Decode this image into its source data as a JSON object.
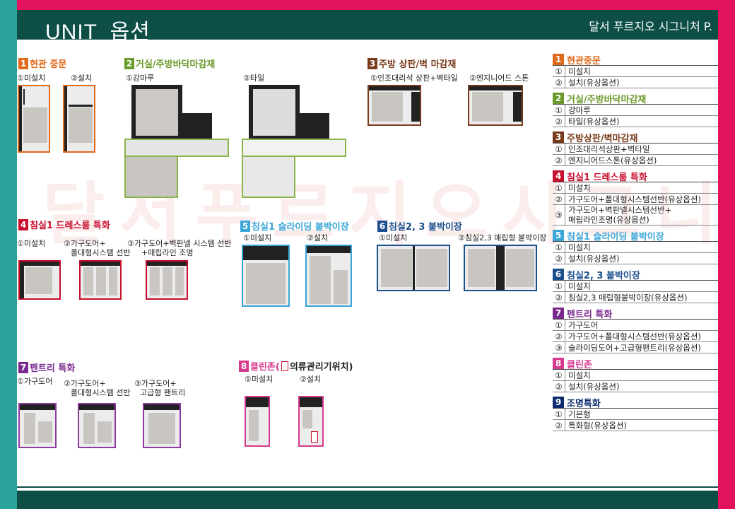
{
  "header": {
    "title": "UNIT_옵션",
    "brand": "달서 푸르지오 시그니처 P."
  },
  "watermark": "달서푸르지오시그니처",
  "sections": {
    "s1": {
      "num": "1",
      "title": "현관 중문",
      "labels": [
        "①미설치",
        "②설치"
      ]
    },
    "s2": {
      "num": "2",
      "title": "거실/주방바닥마감재",
      "labels": [
        "①강마루",
        "②타일"
      ]
    },
    "s3": {
      "num": "3",
      "title": "주방 상판/벽 마감재",
      "labels": [
        "①인조대리석 상판+벽타일",
        "②엔지니어드 스톤"
      ]
    },
    "s4": {
      "num": "4",
      "title": "침실1 드레스룸 특화",
      "labels": [
        "①미설치",
        "②가구도어+",
        "폴대형시스템 선반",
        "③가구도어+벽판넬 시스템 선반",
        "+매립라인 조명"
      ]
    },
    "s5": {
      "num": "5",
      "title": "침실1 슬라이딩 붙박이장",
      "labels": [
        "①미설치",
        "②설치"
      ]
    },
    "s6": {
      "num": "6",
      "title": "침실2, 3 붙박이장",
      "labels": [
        "①미설치",
        "②침실2,3 매립형 붙박이장"
      ]
    },
    "s7": {
      "num": "7",
      "title": "펜트리 특화",
      "labels": [
        "①가구도어",
        "②가구도어+",
        "폴대형시스템 선반",
        "③가구도어+",
        "고급형 팬트리"
      ]
    },
    "s8": {
      "num": "8",
      "title": "클린존(",
      "title_tail": "의류관리기위치)",
      "labels": [
        "①미설치",
        "②설치"
      ]
    }
  },
  "legend": [
    {
      "num": "1",
      "title": "현관중문",
      "rows": [
        {
          "mk": "①",
          "tx": "미설치"
        },
        {
          "mk": "②",
          "tx": "설치(유상옵션)"
        }
      ]
    },
    {
      "num": "2",
      "title": "거실/주방바닥마감재",
      "rows": [
        {
          "mk": "①",
          "tx": "강마루"
        },
        {
          "mk": "②",
          "tx": "타일(유상옵션)"
        }
      ]
    },
    {
      "num": "3",
      "title": "주방상판/벽마감재",
      "rows": [
        {
          "mk": "①",
          "tx": "인조대리석상판+벽타일"
        },
        {
          "mk": "②",
          "tx": "엔지니어드스톤(유상옵션)"
        }
      ]
    },
    {
      "num": "4",
      "title": "침실1 드레스룸 특화",
      "rows": [
        {
          "mk": "①",
          "tx": "미설치"
        },
        {
          "mk": "②",
          "tx": "가구도어+폴대형시스템선반(유상옵션)"
        },
        {
          "mk": "③",
          "tx": "가구도어+벽판넬시스템선반+",
          "tx2": "매립라인조명(유상옵션)"
        }
      ]
    },
    {
      "num": "5",
      "title": "침실1 슬라이딩 붙박이장",
      "rows": [
        {
          "mk": "①",
          "tx": "미설치"
        },
        {
          "mk": "②",
          "tx": "설치(유상옵션)"
        }
      ]
    },
    {
      "num": "6",
      "title": "침실2, 3 붙박이장",
      "rows": [
        {
          "mk": "①",
          "tx": "미설치"
        },
        {
          "mk": "②",
          "tx": "침실2,3 매립형붙박이장(유상옵션)"
        }
      ]
    },
    {
      "num": "7",
      "title": "펜트리 특화",
      "rows": [
        {
          "mk": "①",
          "tx": "가구도어"
        },
        {
          "mk": "②",
          "tx": "가구도어+폴대형시스템선반(유상옵션)"
        },
        {
          "mk": "③",
          "tx": "슬라이딩도어+고급형팬트리(유상옵션)"
        }
      ]
    },
    {
      "num": "8",
      "title": "클린존",
      "rows": [
        {
          "mk": "①",
          "tx": "미설치"
        },
        {
          "mk": "②",
          "tx": "설치(유상옵션)"
        }
      ]
    },
    {
      "num": "9",
      "title": "조명특화",
      "rows": [
        {
          "mk": "①",
          "tx": "기본형"
        },
        {
          "mk": "②",
          "tx": "특화형(유상옵션)"
        }
      ]
    }
  ],
  "colors": {
    "header": "#0d4f47",
    "frame_left": "#2aa39a",
    "frame_right": "#e2125c"
  }
}
